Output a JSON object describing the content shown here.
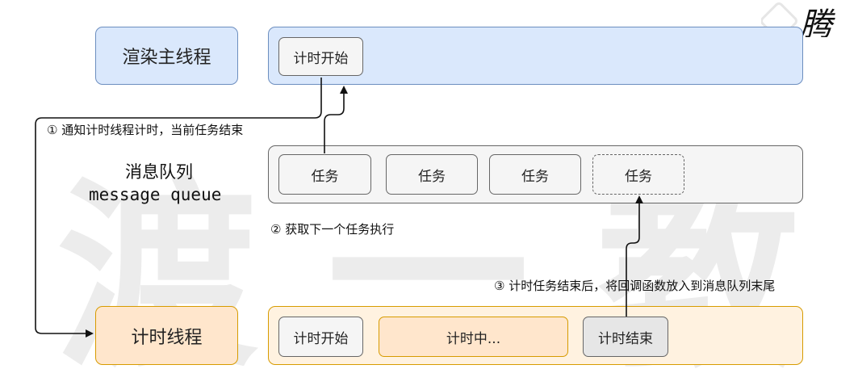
{
  "watermark": {
    "text": "渡一教育",
    "logo_text": "腾"
  },
  "main_thread": {
    "label": "渲染主线程",
    "task": "计时开始"
  },
  "message_queue": {
    "label_cn": "消息队列",
    "label_en": "message queue",
    "tasks": [
      "任务",
      "任务",
      "任务",
      "任务"
    ]
  },
  "timer_thread": {
    "label": "计时线程",
    "start": "计时开始",
    "running": "计时中...",
    "end": "计时结束"
  },
  "annotations": {
    "step1": "① 通知计时线程计时，当前任务结束",
    "step2": "② 获取下一个任务执行",
    "step3": "③ 计时任务结束后，将回调函数放入到消息队列末尾"
  },
  "colors": {
    "blue_fill": "#dae8fc",
    "blue_stroke": "#6c8ebf",
    "orange_fill": "#ffe6cc",
    "orange_stroke": "#d79b00",
    "gray_fill": "#f5f5f5",
    "gray_stroke": "#666666"
  }
}
